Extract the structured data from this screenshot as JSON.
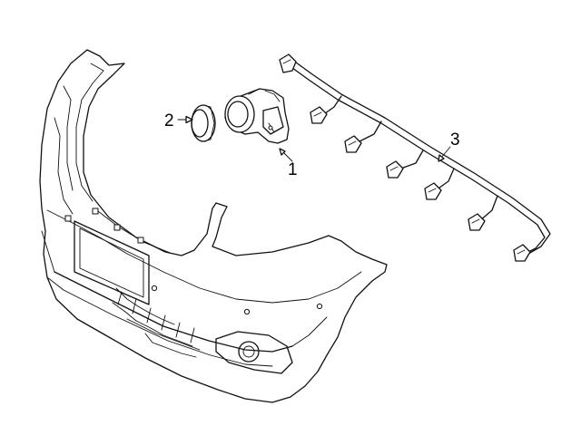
{
  "callouts": {
    "sensor": "1",
    "retainer_ring": "2",
    "wiring_harness": "3"
  }
}
